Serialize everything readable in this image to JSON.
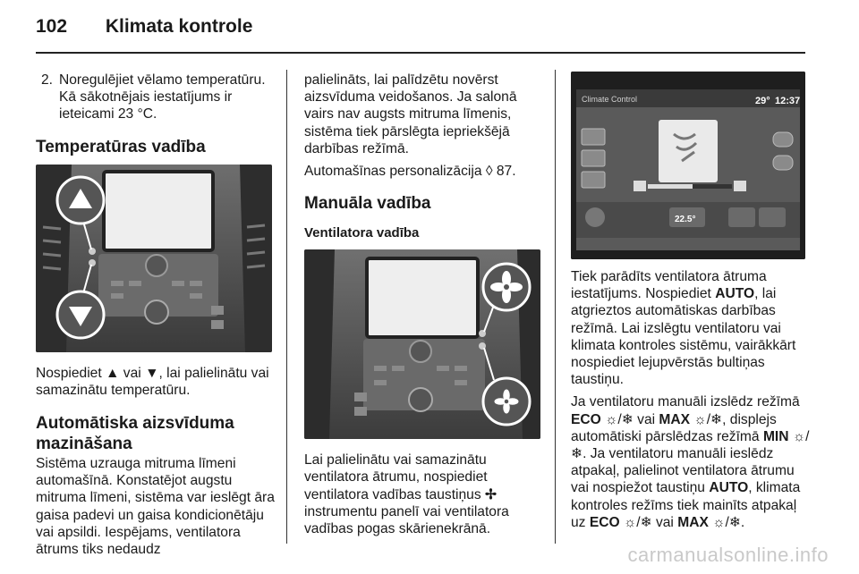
{
  "header": {
    "page_number": "102",
    "title": "Klimata kontrole"
  },
  "col1": {
    "step_number": "2.",
    "step_text": "Noregulējiet vēlamo temperatūru. Kā sākotnējais iestatījums ir ieteicami 23 °C.",
    "heading_temp": "Temperatūras vadība",
    "temp_caption_a": "Nospiediet ",
    "temp_up_glyph": "▲",
    "temp_caption_b": " vai ",
    "temp_down_glyph": "▼",
    "temp_caption_c": ", lai palielinātu vai samazinātu temperatūru.",
    "heading_auto": "Automātiska aizsvīduma mazināšana",
    "auto_text": "Sistēma uzrauga mitruma līmeni automašīnā. Konstatējot augstu mitruma līmeni, sistēma var ieslēgt āra gaisa padevi un gaisa kondicionētāju vai apsildi. Iespējams, ventilatora ātrums tiks nedaudz"
  },
  "col2": {
    "cont_text": "palielināts, lai palīdzētu novērst aizsvīduma veidošanos. Ja salonā vairs nav augsts mitruma līmenis, sistēma tiek pārslēgta iepriekšējā darbības režīmā.",
    "personal_a": "Automašīnas personalizācija ",
    "personal_ref": "◊ 87.",
    "heading_manual": "Manuāla vadība",
    "heading_fan": "Ventilatora vadība",
    "fan_text_a": "Lai palielinātu vai samazinātu ventilatora ātrumu, nospiediet ventilatora vadības taustiņus ",
    "fan_glyph": "✢",
    "fan_text_b": " instrumentu panelī vai ventilatora vadības pogas skārienekrānā."
  },
  "col3": {
    "screen": {
      "title": "Climate Control",
      "temp_out": "29°",
      "time": "12:37",
      "set_temp": "22.5°"
    },
    "p1_a": "Tiek parādīts ventilatora ātruma iestatījums. Nospiediet ",
    "p1_auto": "AUTO",
    "p1_b": ", lai atgrieztos automātiskas darbības režīmā. Lai izslēgtu ventilatoru vai klimata kontroles sistēmu, vairākkārt nospiediet lejupvērstās bultiņas taustiņu.",
    "p2_a": "Ja ventilatoru manuāli izslēdz režīmā ",
    "p2_eco": "ECO",
    "p2_sym1": " ☼/❄ vai ",
    "p2_max": "MAX",
    "p2_sym2": " ☼/❄, displejs automātiski pārslēdzas režīmā ",
    "p2_min": "MIN",
    "p2_sym3": " ☼/❄. Ja ventilatoru manuāli ieslēdz atpakaļ, palielinot ventilatora ātrumu vai nospiežot taustiņu ",
    "p2_auto": "AUTO",
    "p2_b": ", klimata kontroles režīms tiek mainīts atpakaļ uz ",
    "p2_eco2": "ECO",
    "p2_sym4": " ☼/❄ vai ",
    "p2_max2": "MAX",
    "p2_sym5": " ☼/❄."
  },
  "watermark": "carmanualsonline.info"
}
